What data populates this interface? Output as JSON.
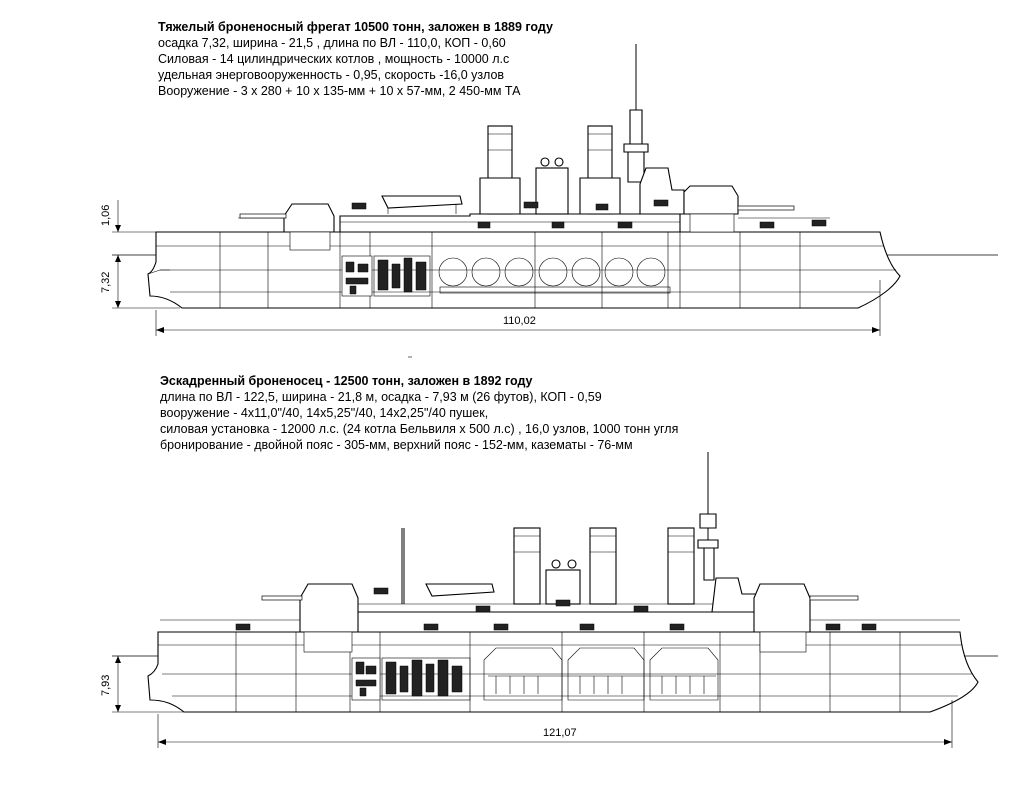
{
  "ship1": {
    "title": "Тяжелый броненосный фрегат 10500 тонн, заложен в 1889 году",
    "lines": [
      "осадка 7,32, ширина - 21,5 , длина по ВЛ - 110,0, КОП - 0,60",
      "Силовая - 14 цилиндрических котлов , мощность - 10000 л.с",
      "удельная энерговооруженность - 0,95, скорость -16,0 узлов",
      "Вооружение - 3 х 280 + 10 х 135-мм + 10 х 57-мм, 2 450-мм ТА"
    ],
    "dim_freeboard": "1,06",
    "dim_draft": "7,32",
    "dim_length": "110,02"
  },
  "ship2": {
    "title": "Эскадренный броненосец - 12500 тонн, заложен в 1892 году",
    "lines": [
      "длина по ВЛ - 122,5, ширина - 21,8 м, осадка - 7,93 м (26 футов), КОП - 0,59",
      "вооружение - 4х11,0\"/40, 14х5,25\"/40, 14х2,25\"/40 пушек,",
      "силовая установка - 12000 л.с. (24 котла Бельвиля х 500 л.с) , 16,0 узлов, 1000 тонн угля",
      "бронирование - двойной пояс - 305-мм, верхний пояс - 152-мм, казематы - 76-мм"
    ],
    "dim_draft": "7,93",
    "dim_length": "121,07"
  }
}
